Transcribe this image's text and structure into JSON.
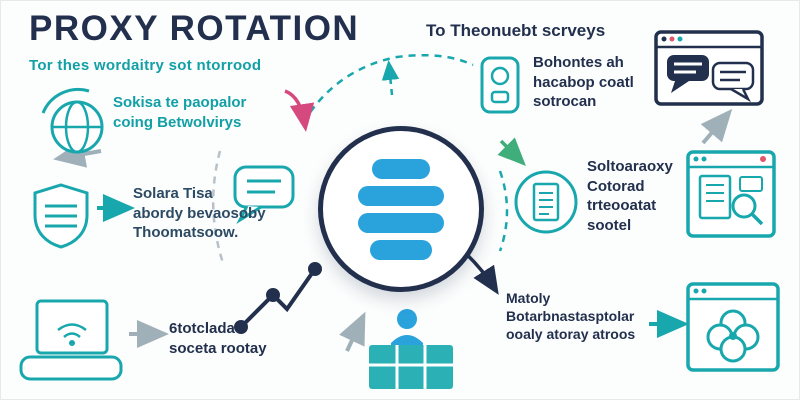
{
  "title": "PROXY ROTATION",
  "subtitle": "Tor thes wordaitry sot ntorrood",
  "top_heading": "To Theonuebt scrveys",
  "left": {
    "item1": "Sokisa te paopalor\ncoing Betwolvirys",
    "item2": "Solara Tisa\nabordy bevaosoby\nThoomatsoow.",
    "item3": "6totclada\nsoceta rootay"
  },
  "right": {
    "item1": "Bohontes ah\nhacabop coatl\nsotrocan",
    "item2": "Soltoaraoxy\nCotorad\ntrteooatat\nsootel",
    "item3": "Matoly\nBotarbnastasptolar\nooaly atoray atroos"
  },
  "icons": {
    "center": "proxy-pool-stack",
    "left_column": [
      "globe",
      "shield",
      "laptop-wifi",
      "chat-bubble",
      "line-chart"
    ],
    "bottom_center": [
      "person",
      "data-table"
    ],
    "right_column": [
      "smartphone",
      "document-badge"
    ],
    "far_right": [
      "browser-chat-bubbles",
      "browser-document-search",
      "browser-clover"
    ]
  },
  "colors": {
    "navy": "#22304e",
    "teal": "#18a7ad",
    "blue": "#2aa2dc",
    "gray": "#9fb0b8",
    "green": "#3fae7a",
    "magenta": "#d6497e",
    "red": "#e2566b"
  }
}
